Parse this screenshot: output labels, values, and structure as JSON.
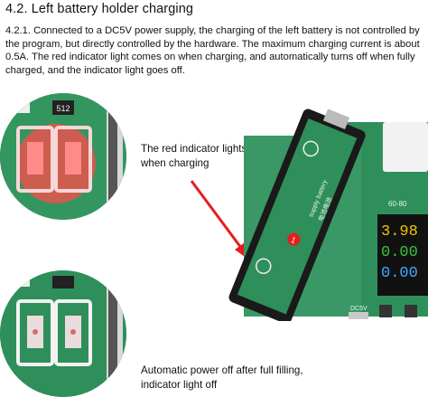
{
  "section": {
    "heading": "4.2. Left battery holder charging",
    "paragraph": "4.2.1. Connected to a DC5V power supply, the charging of the left battery is not controlled by the program, but directly controlled by the hardware. The maximum charging current is about 0.5A. The red indicator light comes on when charging, and automatically turns off when fully charged, and the indicator light goes off."
  },
  "captions": {
    "charging": "The red indicator lights up\nwhen charging",
    "full": "Automatic power off after full filling,\nindicator light off"
  },
  "board_labels": {
    "chip": "512",
    "marker": "1",
    "battery": "supply battery",
    "cn": "电池电池",
    "spec": "60-80",
    "port": "DC5V",
    "display": [
      "3.98",
      "0.00",
      "0.00"
    ]
  },
  "colors": {
    "board": "#2f8f5a",
    "led_on": "#ff4a4a",
    "arrow": "#e41e1e"
  }
}
